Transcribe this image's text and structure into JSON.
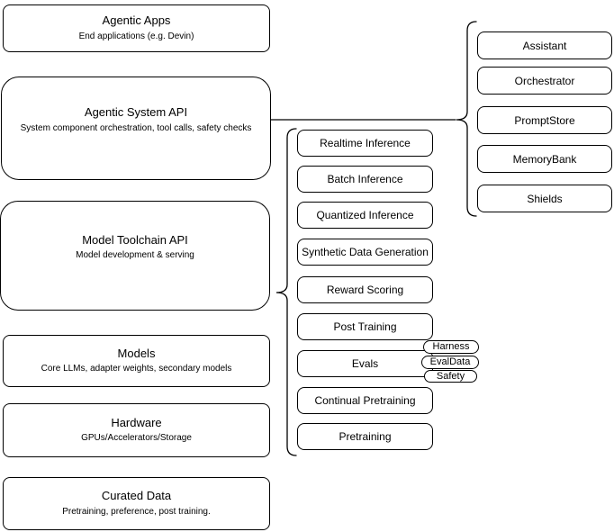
{
  "diagram": {
    "left_stack": [
      {
        "title": "Agentic Apps",
        "subtitle": "End applications (e.g. Devin)"
      },
      {
        "title": "Agentic System API",
        "subtitle": "System component orchestration, tool calls, safety checks"
      },
      {
        "title": "Model Toolchain API",
        "subtitle": "Model development & serving"
      },
      {
        "title": "Models",
        "subtitle": "Core LLMs, adapter weights, secondary models"
      },
      {
        "title": "Hardware",
        "subtitle": "GPUs/Accelerators/Storage"
      },
      {
        "title": "Curated Data",
        "subtitle": "Pretraining, preference, post training."
      }
    ],
    "toolchain_components": [
      "Realtime Inference",
      "Batch Inference",
      "Quantized Inference",
      "Synthetic Data Generation",
      "Reward Scoring",
      "Post Training",
      "Evals",
      "Continual Pretraining",
      "Pretraining"
    ],
    "evals_tags": [
      "Harness",
      "EvalData",
      "Safety"
    ],
    "system_components": [
      "Assistant",
      "Orchestrator",
      "PromptStore",
      "MemoryBank",
      "Shields"
    ],
    "colors": {
      "stroke": "#000000",
      "background": "#ffffff",
      "text": "#000000"
    }
  }
}
